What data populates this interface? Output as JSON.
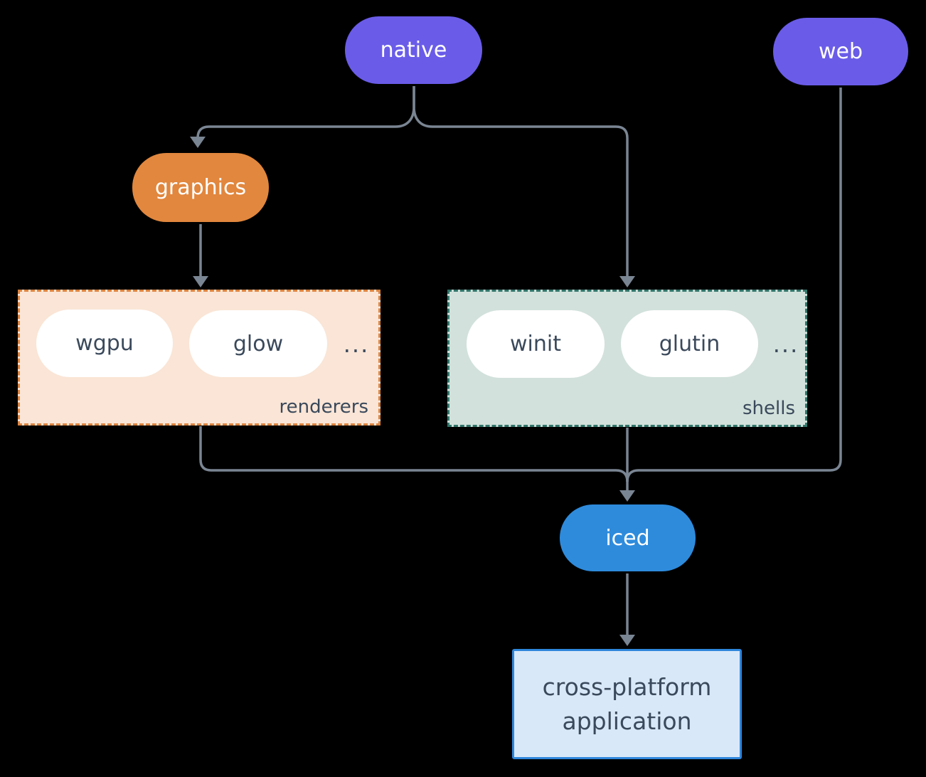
{
  "canvas": {
    "background": "#000000",
    "line_color": "#7A8593"
  },
  "nodes": {
    "native": {
      "label": "native",
      "fill": "#6A5CE8",
      "text_color": "#FFFFFF"
    },
    "web": {
      "label": "web",
      "fill": "#6A5CE8",
      "text_color": "#FFFFFF"
    },
    "graphics": {
      "label": "graphics",
      "fill": "#E1873E",
      "text_color": "#FFFFFF"
    },
    "iced": {
      "label": "iced",
      "fill": "#2E8BDC",
      "text_color": "#FFFFFF"
    },
    "application": {
      "label_line_1": "cross-platform",
      "label_line_2": "application",
      "fill": "#D9E8F8",
      "border_color": "#2E86DB",
      "text_color": "#3A495B"
    }
  },
  "groups": {
    "renderers": {
      "label": "renderers",
      "fill": "#FAE5D6",
      "border_color": "#DD8440",
      "label_color": "#3A495B",
      "item_fill": "#FFFFFF",
      "item_text_color": "#3A495B",
      "items": [
        "wgpu",
        "glow"
      ],
      "ellipsis": "..."
    },
    "shells": {
      "label": "shells",
      "fill": "#D2E1DB",
      "border_color": "#31756A",
      "label_color": "#3A495B",
      "item_fill": "#FFFFFF",
      "item_text_color": "#3A495B",
      "items": [
        "winit",
        "glutin"
      ],
      "ellipsis": "..."
    }
  }
}
